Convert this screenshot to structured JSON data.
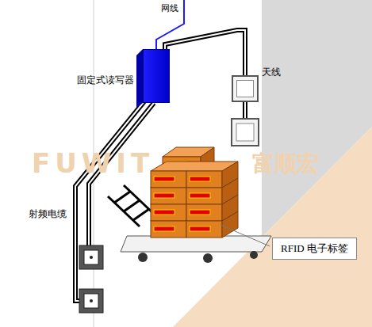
{
  "diagram": {
    "nodes": [
      {
        "text": [
          "固定式读写器"
        ]
      },
      {
        "text": [
          "天线"
        ]
      },
      {
        "text": [
          "RFID 电子标签"
        ]
      }
    ],
    "edges": [
      {
        "from": 0,
        "to": 1,
        "arrow": "none"
      }
    ],
    "labels": [
      "网线",
      "射频电缆",
      "FUWIT",
      "富顺宏"
    ]
  }
}
